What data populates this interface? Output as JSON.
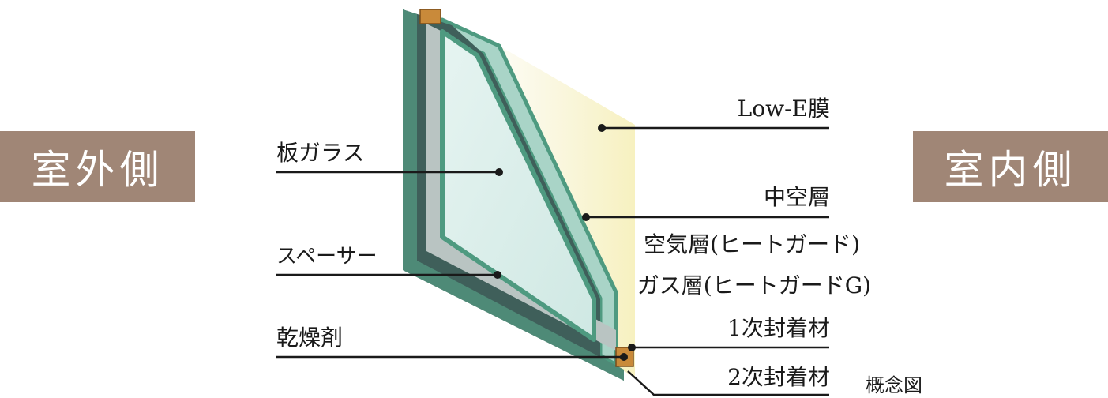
{
  "side_labels": {
    "outside": "室外側",
    "inside": "室内側"
  },
  "left_labels": {
    "plate_glass": "板ガラス",
    "spacer": "スペーサー",
    "desiccant": "乾燥剤"
  },
  "right_labels": {
    "low_e": "Low-E膜",
    "hollow_layer": "中空層",
    "air_layer": "空気層(ヒートガード)",
    "gas_layer": "ガス層(ヒートガードG)",
    "primary_seal": "1次封着材",
    "secondary_seal": "2次封着材"
  },
  "caption": "概念図",
  "colors": {
    "label_box": "#a08676",
    "glass_edge": "#4e9a80",
    "glass_face": "#dcefeb",
    "low_e_tint": "#f6f0c4",
    "leader_line": "#1a1a1a"
  }
}
